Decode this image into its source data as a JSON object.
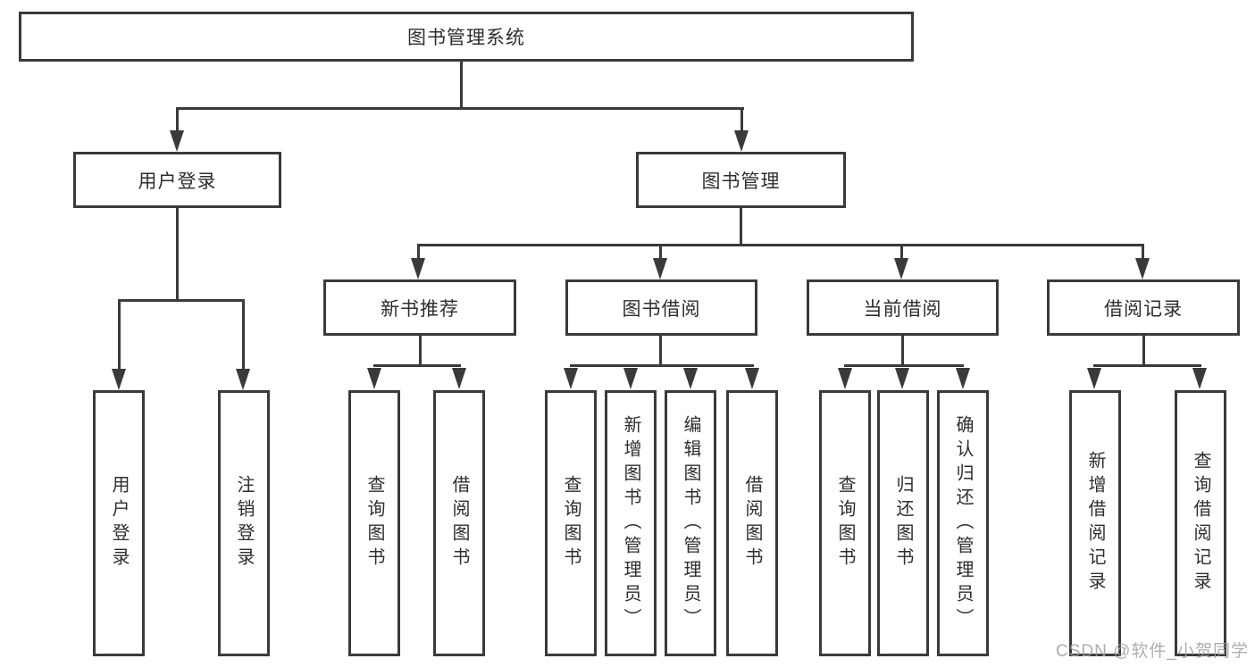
{
  "diagram": {
    "root": {
      "label": "图书管理系统"
    },
    "branches": [
      {
        "label": "用户登录",
        "children": [
          {
            "label": "用户登录"
          },
          {
            "label": "注销登录"
          }
        ]
      },
      {
        "label": "图书管理",
        "children": [
          {
            "label": "新书推荐",
            "children": [
              {
                "label": "查询图书"
              },
              {
                "label": "借阅图书"
              }
            ]
          },
          {
            "label": "图书借阅",
            "children": [
              {
                "label": "查询图书"
              },
              {
                "label": "新增图书（管理员）"
              },
              {
                "label": "编辑图书（管理员）"
              },
              {
                "label": "借阅图书"
              }
            ]
          },
          {
            "label": "当前借阅",
            "children": [
              {
                "label": "查询图书"
              },
              {
                "label": "归还图书"
              },
              {
                "label": "确认归还（管理员）"
              }
            ]
          },
          {
            "label": "借阅记录",
            "children": [
              {
                "label": "新增借阅记录"
              },
              {
                "label": "查询借阅记录"
              }
            ]
          }
        ]
      }
    ],
    "watermark": "CSDN @软件_小贺同学",
    "colors": {
      "line": "#3a3a3a",
      "border": "#3a3a3a",
      "text": "#2e2e32",
      "watermark": "#9e9fa4",
      "background": "#ffffff"
    }
  }
}
